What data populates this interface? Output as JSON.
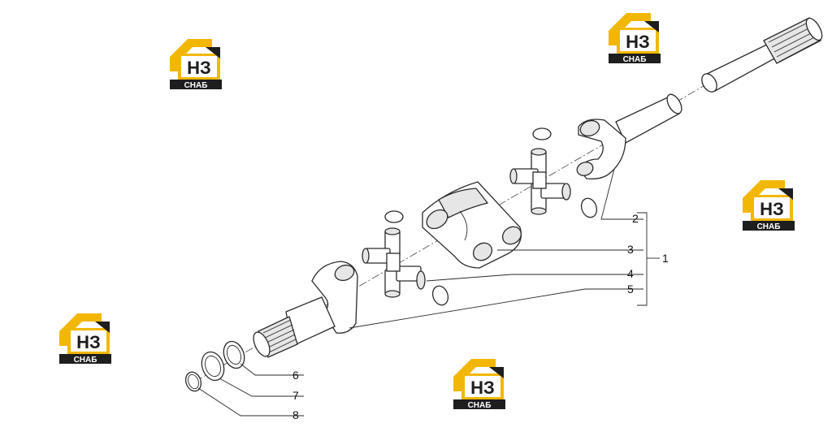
{
  "watermark": {
    "text_top": "НЗ",
    "text_bottom": "СНАБ",
    "color_yellow": "#f2b705",
    "color_dark": "#1e1e1e"
  },
  "callouts": [
    {
      "id": "1",
      "label": "1"
    },
    {
      "id": "2",
      "label": "2"
    },
    {
      "id": "3",
      "label": "3"
    },
    {
      "id": "4",
      "label": "4"
    },
    {
      "id": "5",
      "label": "5"
    },
    {
      "id": "6",
      "label": "6"
    },
    {
      "id": "7",
      "label": "7"
    },
    {
      "id": "8",
      "label": "8"
    }
  ]
}
